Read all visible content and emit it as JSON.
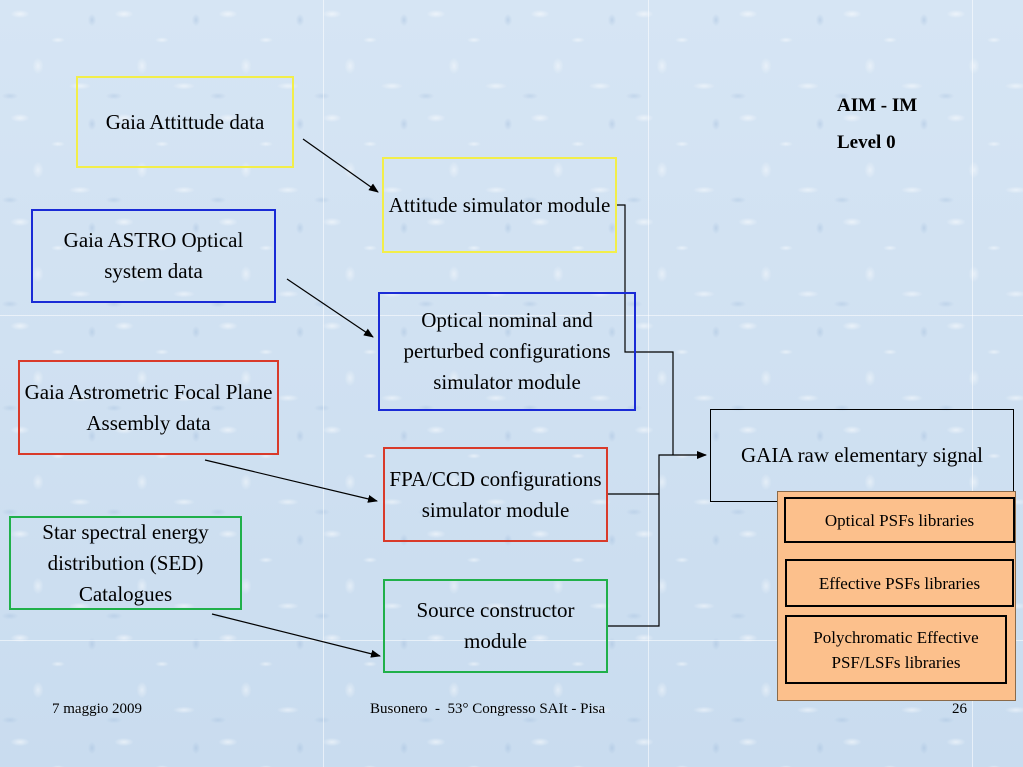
{
  "slide": {
    "header": {
      "line1": "AIM - IM",
      "line2": "Level 0"
    },
    "inputs": {
      "attitude_data": "Gaia Attittude data",
      "astro_optical_data": "Gaia ASTRO Optical system data",
      "astrometric_fpa_data": "Gaia Astrometric Focal Plane Assembly data",
      "sed_catalogues": "Star spectral energy distribution (SED) Catalogues"
    },
    "modules": {
      "attitude_simulator": "Attitude simulator module",
      "optical_configurations": "Optical nominal and perturbed configurations simulator module",
      "fpa_ccd_configurations": "FPA/CCD configurations simulator module",
      "source_constructor": "Source constructor module"
    },
    "output": {
      "raw_signal": "GAIA raw elementary signal"
    },
    "libraries": [
      "Optical PSFs libraries",
      "Effective PSFs libraries",
      "Polychromatic Effective PSF/LSFs libraries"
    ],
    "footer": {
      "date": "7 maggio 2009",
      "event": "Busonero  -  53° Congresso SAIt - Pisa",
      "page_number": "26"
    }
  },
  "colors": {
    "background": "#cfe0f1",
    "yellow_border": "#f2ee4a",
    "blue_border": "#1a2bd6",
    "red_border": "#d93a2a",
    "green_border": "#20b04a",
    "library_fill": "#fcc08c"
  }
}
